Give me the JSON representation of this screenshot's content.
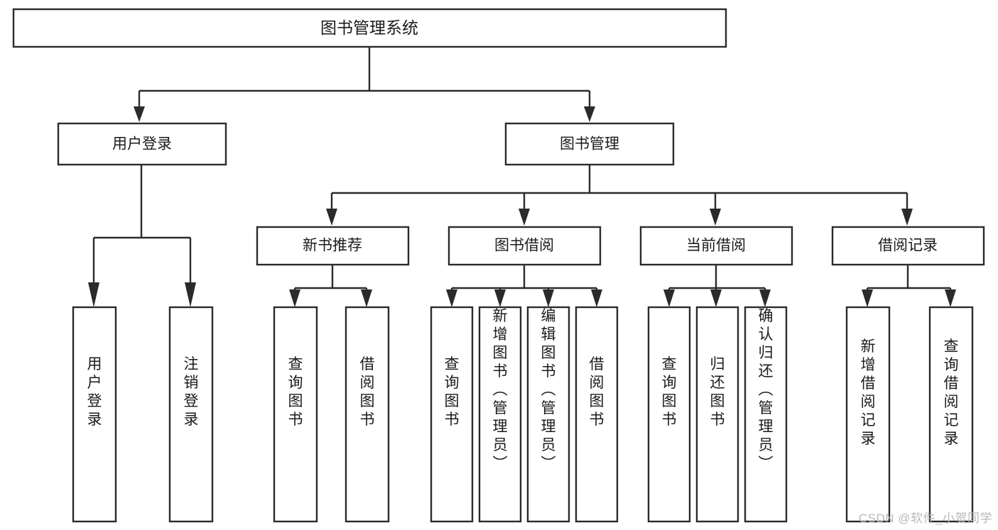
{
  "diagram": {
    "title": "图书管理系统",
    "watermark": "CSDN @软件_小贺同学",
    "colors": {
      "stroke": "#2b2b2b",
      "box_fill": "#ffffff",
      "text": "#1b1b1b",
      "background": "#ffffff",
      "watermark": "#b9b9b9"
    },
    "root": {
      "label": "图书管理系统"
    },
    "level2": [
      {
        "label": "用户登录"
      },
      {
        "label": "图书管理"
      }
    ],
    "level3": [
      {
        "label": "新书推荐"
      },
      {
        "label": "图书借阅"
      },
      {
        "label": "当前借阅"
      },
      {
        "label": "借阅记录"
      }
    ],
    "leaves": {
      "user_login": [
        {
          "label": "用户登录"
        },
        {
          "label": "注销登录"
        }
      ],
      "new_book_recommend": [
        {
          "label": "查询图书"
        },
        {
          "label": "借阅图书"
        }
      ],
      "book_borrow": [
        {
          "label": "查询图书"
        },
        {
          "label": "新增图书（管理员）"
        },
        {
          "label": "编辑图书（管理员）"
        },
        {
          "label": "借阅图书"
        }
      ],
      "current_borrow": [
        {
          "label": "查询图书"
        },
        {
          "label": "归还图书"
        },
        {
          "label": "确认归还（管理员）"
        }
      ],
      "borrow_records": [
        {
          "label": "新增借阅记录"
        },
        {
          "label": "查询借阅记录"
        }
      ]
    }
  }
}
